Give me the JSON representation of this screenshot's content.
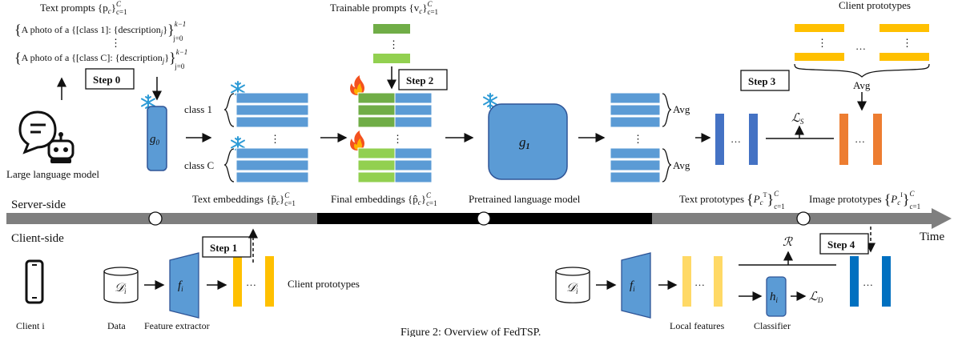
{
  "colors": {
    "embedding_blue": "#5b9bd5",
    "embedding_border": "#ffffff",
    "model_fill": "#5b9bd5",
    "model_stroke": "#2f5597",
    "trainable_dark": "#70ad47",
    "trainable_light": "#92d050",
    "client_proto_yellow": "#ffc000",
    "local_feature_yellow": "#ffd966",
    "text_proto_blue": "#4472c4",
    "image_proto_orange": "#ed7d31",
    "classifier_blue": "#0070c0",
    "timeline_grey": "#7f7f7f",
    "timeline_black": "#000000",
    "snowflake": "#2e9bd6",
    "flame": "#f4511e"
  },
  "server": {
    "text_prompts_title": "Text prompts {p",
    "text_prompts_sub": "c",
    "text_prompts_range": "}",
    "text_prompts_c": "C",
    "text_prompts_eq": "c=1",
    "prompt_line_1": "A photo of a {[class 1]: {description",
    "prompt_line_C": "A photo of a {[class C]: {description",
    "prompt_j": "j",
    "prompt_exp": "k−1",
    "prompt_sub": "j=0",
    "vdots": "⋮",
    "llm_label": "Large language model",
    "step0": "Step 0",
    "g0": "g",
    "g0_sub": "0",
    "class1_label": "class 1",
    "classC_label": "class C",
    "text_embeddings_label": "Text embeddings {p̃",
    "text_embeddings_tail": "}",
    "trainable_prompts_label": "Trainable prompts {v",
    "step2": "Step 2",
    "final_embeddings_label": "Final embeddings {p̂",
    "g1": "g",
    "g1_sub": "1",
    "pretrained_label": "Pretrained language model",
    "avg": "Avg",
    "client_prototypes_title": "Client prototypes",
    "step3": "Step 3",
    "hdots": "…",
    "loss_s": "ℒ",
    "loss_s_sub": "S",
    "text_prototypes_label": "Text prototypes",
    "image_prototypes_label": "Image prototypes",
    "server_side": "Server-side"
  },
  "timeline": {
    "time_label": "Time"
  },
  "client": {
    "client_side": "Client-side",
    "client_i_label": "Client i",
    "data_label": "Data",
    "feature_extractor_label": "Feature extractor",
    "d_i": "𝒟",
    "d_i_sub": "i",
    "f_i": "f",
    "f_i_sub": "i",
    "step1": "Step 1",
    "client_prototypes_label": "Client prototypes",
    "local_features_label": "Local features",
    "classifier_label": "Classifier",
    "h_i": "h",
    "h_i_sub": "i",
    "loss_d": "ℒ",
    "loss_d_sub": "D",
    "reg": "ℛ",
    "step4": "Step 4",
    "hdots": "…"
  },
  "caption": "Figure 2: Overview of FedTSP."
}
